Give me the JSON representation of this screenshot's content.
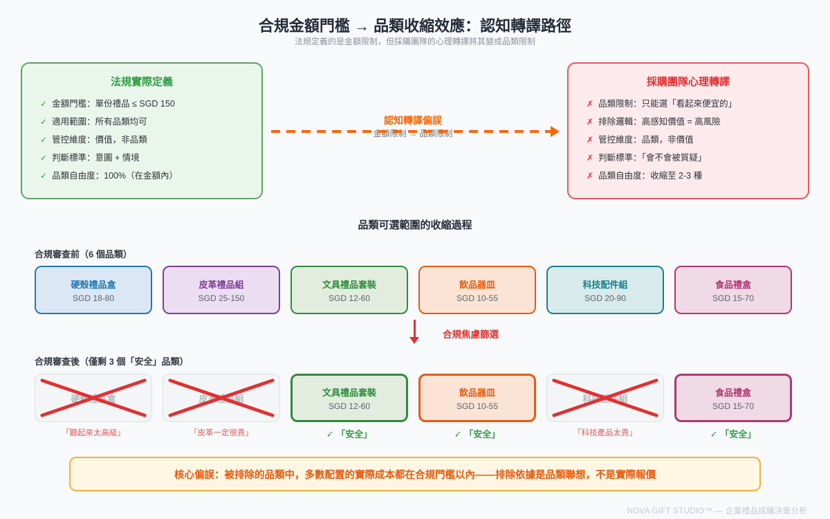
{
  "header": {
    "title": "合規金額門檻 → 品類收縮效應：認知轉譯路徑",
    "subtitle": "法規定義的是金額限制，但採購團隊的心理轉譯將其變成品類限制"
  },
  "reality_box": {
    "title": "法規實際定義",
    "mark": "✓",
    "items": [
      "金額門檻：單份禮品 ≤ SGD 150",
      "適用範圍：所有品類均可",
      "管控維度：價值，非品類",
      "判斷標準：意圖 + 情境",
      "品類自由度：100%（在金額內）"
    ]
  },
  "translation_box": {
    "title": "採購團隊心理轉譯",
    "mark": "✗",
    "items": [
      "品類限制：只能選「看起來便宜的」",
      "排除邏輯：高感知價值 = 高風險",
      "管控維度：品類，非價值",
      "判斷標準：「會不會被質疑」",
      "品類自由度：收縮至 2-3 種"
    ]
  },
  "bias_arrow": {
    "label": "認知轉譯偏誤",
    "sublabel": "金額限制 → 品類限制"
  },
  "funnel": {
    "section_title": "品類可選範圍的收縮過程",
    "before_label": "合規審查前（6 個品類）",
    "after_label": "合規審查後（僅剩 3 個「安全」品類）",
    "filter_label": "合規焦慮篩選",
    "categories": [
      {
        "name": "硬殼禮品盒",
        "price": "SGD 18-80",
        "color": "#1f77b4",
        "bg": "#dbe7f4",
        "status": "excluded",
        "caption": "「聽起來太高級」"
      },
      {
        "name": "皮革禮品組",
        "price": "SGD 25-150",
        "color": "#7d3c98",
        "bg": "#ecdef2",
        "status": "excluded",
        "caption": "「皮革一定很貴」"
      },
      {
        "name": "文具禮品套裝",
        "price": "SGD 12-60",
        "color": "#2e8b3a",
        "bg": "#e2ecdf",
        "status": "kept",
        "caption": "✓ 「安全」"
      },
      {
        "name": "飲品器皿",
        "price": "SGD 10-55",
        "color": "#e8590c",
        "bg": "#fbe4d5",
        "status": "kept",
        "caption": "✓ 「安全」"
      },
      {
        "name": "科技配件組",
        "price": "SGD 20-90",
        "color": "#17808d",
        "bg": "#d9eaec",
        "status": "excluded",
        "caption": "「科技產品太貴」"
      },
      {
        "name": "食品禮盒",
        "price": "SGD 15-70",
        "color": "#b03572",
        "bg": "#f0dae5",
        "status": "kept",
        "caption": "✓ 「安全」"
      }
    ]
  },
  "warning": {
    "text": "核心偏誤：被排除的品類中，多數配置的實際成本都在合規門檻以內——排除依據是品類聯想，不是實際報價"
  },
  "footer": {
    "text": "NOVA GIFT STUDIO™ — 企業禮品採購決策分析"
  },
  "colors": {
    "accent_orange": "#f76707",
    "alert_red": "#e03131",
    "safe_green": "#2f9e44",
    "warning_border": "#f7ae3f",
    "warning_text": "#e8590c",
    "page_background": "#f8f9fb"
  }
}
